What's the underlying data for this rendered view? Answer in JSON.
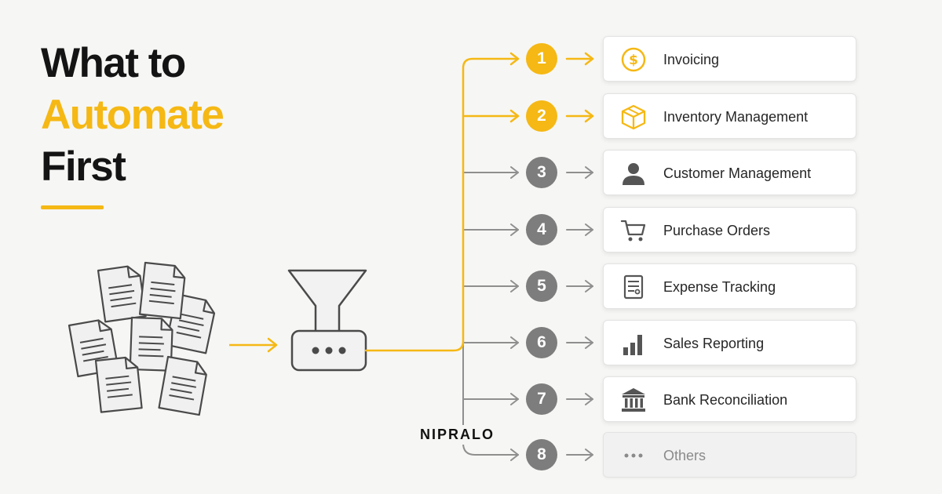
{
  "title": {
    "line1": "What to",
    "line2": "Automate",
    "line3": "First"
  },
  "brand": "NIPRALO",
  "colors": {
    "accent": "#f5b814",
    "neutral": "#7d7d7d",
    "text": "#262626",
    "muted": "#8a8a8a"
  },
  "items": [
    {
      "num": "1",
      "label": "Invoicing",
      "icon": "dollar-coin-icon",
      "highlighted": true
    },
    {
      "num": "2",
      "label": "Inventory Management",
      "icon": "box-icon",
      "highlighted": true
    },
    {
      "num": "3",
      "label": "Customer Management",
      "icon": "user-icon",
      "highlighted": false
    },
    {
      "num": "4",
      "label": "Purchase Orders",
      "icon": "cart-icon",
      "highlighted": false
    },
    {
      "num": "5",
      "label": "Expense Tracking",
      "icon": "receipt-icon",
      "highlighted": false
    },
    {
      "num": "6",
      "label": "Sales Reporting",
      "icon": "bar-chart-icon",
      "highlighted": false
    },
    {
      "num": "7",
      "label": "Bank Reconciliation",
      "icon": "bank-icon",
      "highlighted": false
    },
    {
      "num": "8",
      "label": "Others",
      "icon": "ellipsis-icon",
      "highlighted": false
    }
  ]
}
